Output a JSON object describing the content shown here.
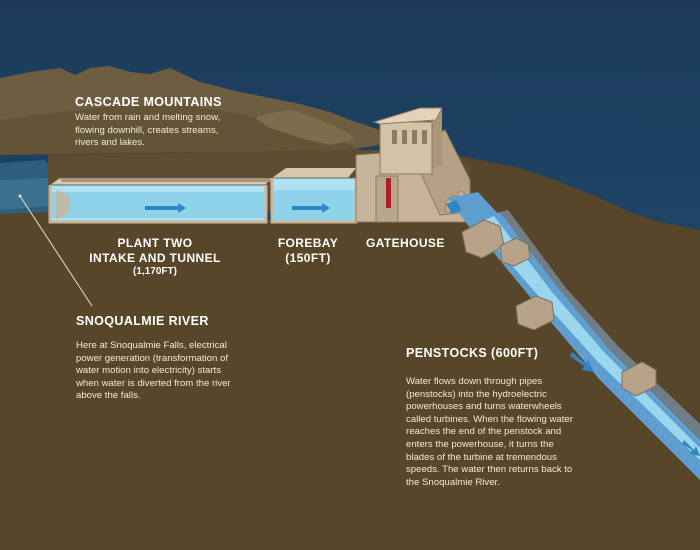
{
  "labels": {
    "cascade": {
      "title": "CASCADE  MOUNTAINS",
      "text": "Water from rain and melting snow, flowing downhill, creates streams, rivers and lakes."
    },
    "plant_two": {
      "line1": "PLANT TWO",
      "line2": "INTAKE AND TUNNEL",
      "line3": "(1,170FT)"
    },
    "forebay": {
      "line1": "FOREBAY",
      "line2": "(150FT)"
    },
    "gatehouse": {
      "title": "GATEHOUSE"
    },
    "river": {
      "title": "SNOQUALMIE RIVER",
      "text": "Here at Snoqualmie Falls, electrical power generation (transformation of water motion into electricity) starts when water is diverted from the river above the falls."
    },
    "penstocks": {
      "title": "PENSTOCKS (600FT)",
      "text": "Water flows down through pipes (penstocks) into the hydroelectric powerhouses and turns waterwheels called turbines. When the flowing water reaches the end of the penstock and enters the powerhouse, it turns the blades of the turbine at tremendous speeds. The water then returns back to the Snoqualmie River."
    }
  },
  "colors": {
    "sky": "#1b3a58",
    "ground": "#574629",
    "mountain": "#6f5f40",
    "water": "#8fd3ea",
    "flow_arrow": "#2f87c8",
    "building": "#c8b49a",
    "gate": "#b01e24"
  }
}
